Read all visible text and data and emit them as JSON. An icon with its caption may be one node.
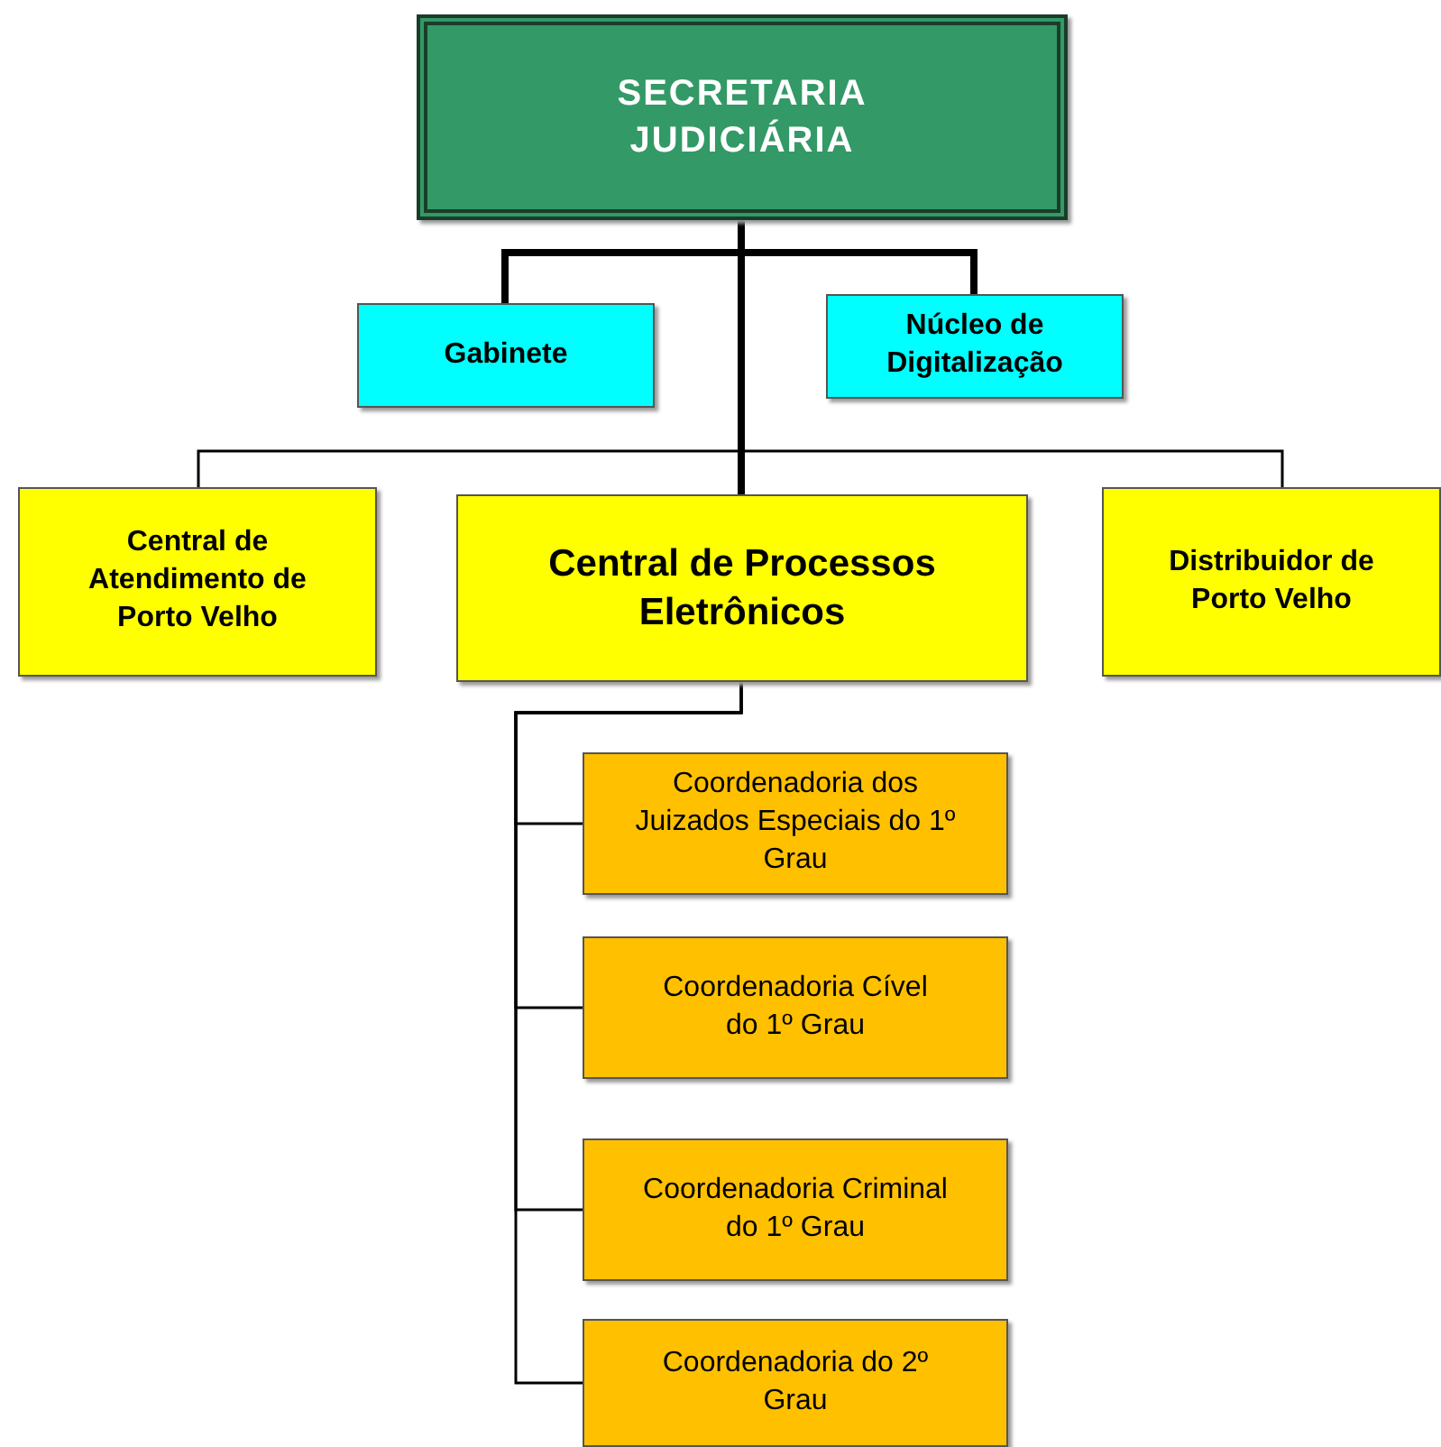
{
  "diagram": {
    "nodes": [
      {
        "text": [
          "SECRETARIA JUDICIÁRIA"
        ]
      },
      {
        "text": [
          "Gabinete"
        ]
      },
      {
        "text": [
          "Núcleo de Digitalização"
        ]
      },
      {
        "text": [
          "Central de Atendimento de Porto Velho"
        ]
      },
      {
        "text": [
          "Central de Processos Eletrônicos"
        ]
      },
      {
        "text": [
          "Distribuidor de Porto Velho"
        ]
      },
      {
        "text": [
          "Coordenadoria dos Juizados Especiais do 1º Grau"
        ]
      },
      {
        "text": [
          "Coordenadoria Cível do 1º Grau"
        ]
      },
      {
        "text": [
          "Coordenadoria Criminal do 1º Grau"
        ]
      },
      {
        "text": [
          "Coordenadoria do 2º Grau"
        ]
      }
    ],
    "edges": [
      {
        "from": 0,
        "to": 1,
        "arrow": "none",
        "style": "thick"
      },
      {
        "from": 0,
        "to": 2,
        "arrow": "none",
        "style": "thick"
      },
      {
        "from": 0,
        "to": 3,
        "arrow": "none"
      },
      {
        "from": 0,
        "to": 4,
        "arrow": "none",
        "style": "thick"
      },
      {
        "from": 0,
        "to": 5,
        "arrow": "none"
      },
      {
        "from": 4,
        "to": 6,
        "arrow": "none"
      },
      {
        "from": 4,
        "to": 7,
        "arrow": "none"
      },
      {
        "from": 4,
        "to": 8,
        "arrow": "none"
      },
      {
        "from": 4,
        "to": 9,
        "arrow": "none"
      }
    ]
  }
}
